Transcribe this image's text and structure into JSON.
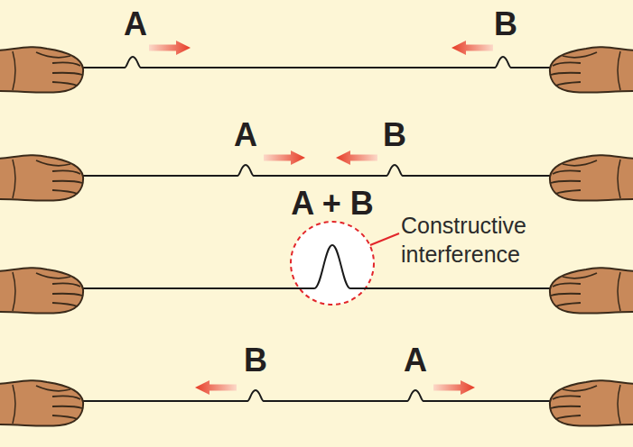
{
  "diagram": {
    "labels": [
      "A",
      "B",
      "A",
      "B",
      "A + B",
      "Constructive interference",
      "B",
      "A"
    ]
  }
}
